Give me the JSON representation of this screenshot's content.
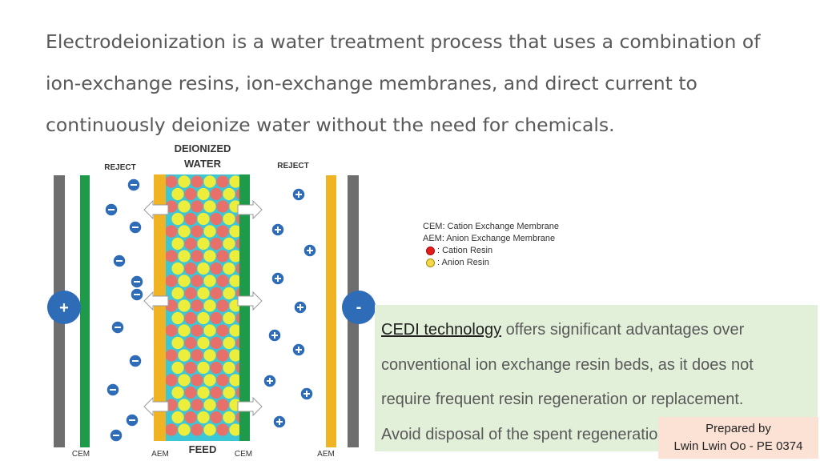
{
  "intro": {
    "lines": [
      "Electrodeionization is a water treatment process that uses a combination of",
      "ion-exchange resins, ion-exchange membranes, and direct current to",
      "continuously deionize water without the need for chemicals."
    ]
  },
  "diagram": {
    "output_label_line1": "DEIONIZED",
    "output_label_line2": "WATER",
    "input_label": "FEED",
    "reject_left": "REJECT",
    "reject_right": "REJECT",
    "anode_sign": "+",
    "cathode_sign": "-",
    "membrane_labels": {
      "cem_left": "CEM",
      "aem_left": "AEM",
      "cem_right": "CEM",
      "aem_right": "AEM"
    },
    "colors": {
      "cem": "#1e9a4a",
      "aem": "#f0b323",
      "electrode": "#6e6e6e",
      "ion": "#2e6cb8",
      "cation_resin": "#e8706a",
      "anion_resin": "#eded3c",
      "resin_bed": "#3cc6d6"
    }
  },
  "legend": {
    "cem": "CEM: Cation Exchange Membrane",
    "aem": "AEM: Anion Exchange Membrane",
    "cation_resin": ": Cation Resin",
    "anion_resin": ": Anion Resin"
  },
  "callout": {
    "term": "CEDI technology",
    "line1_rest": " offers significant advantages over",
    "line2": "conventional ion exchange resin beds, as it does not",
    "line3": "require frequent resin regeneration or replacement.",
    "line4": "Avoid disposal of the spent regeneration chemicals."
  },
  "credit": {
    "line1": "Prepared by",
    "line2": "Lwin Lwin Oo - PE 0374"
  }
}
